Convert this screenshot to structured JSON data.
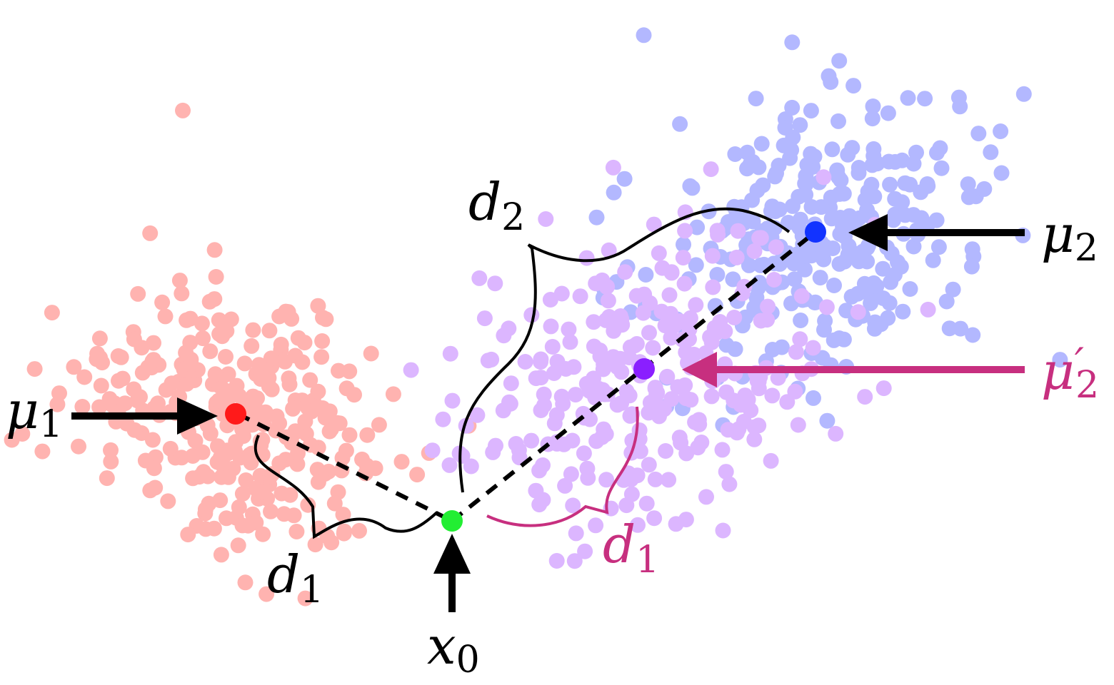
{
  "colors": {
    "cluster1_points": "#ffb3b0",
    "cluster2_points": "#b3b8ff",
    "cluster2_shifted_points": "#dcb6ff",
    "mu1": "#ff1a1a",
    "mu2": "#1233ff",
    "mu2_prime": "#8a1fff",
    "x0": "#22ee33",
    "black": "#000000",
    "magenta": "#c72f7f"
  },
  "labels": {
    "mu1": {
      "base": "μ",
      "sub": "1"
    },
    "mu2": {
      "base": "μ",
      "sub": "2"
    },
    "mu2_prime": {
      "base": "μ",
      "prime": "′",
      "sub": "2"
    },
    "x0": {
      "base": "x",
      "sub": "0"
    },
    "d1_left": {
      "base": "d",
      "sub": "1"
    },
    "d2": {
      "base": "d",
      "sub": "2"
    },
    "d1_right": {
      "base": "d",
      "sub": "1"
    }
  },
  "icons": {
    "mu1_arrow": "arrow-right-icon",
    "mu2_arrow": "arrow-left-icon",
    "mu2_prime_arrow": "arrow-left-icon",
    "x0_arrow": "arrow-up-icon"
  }
}
